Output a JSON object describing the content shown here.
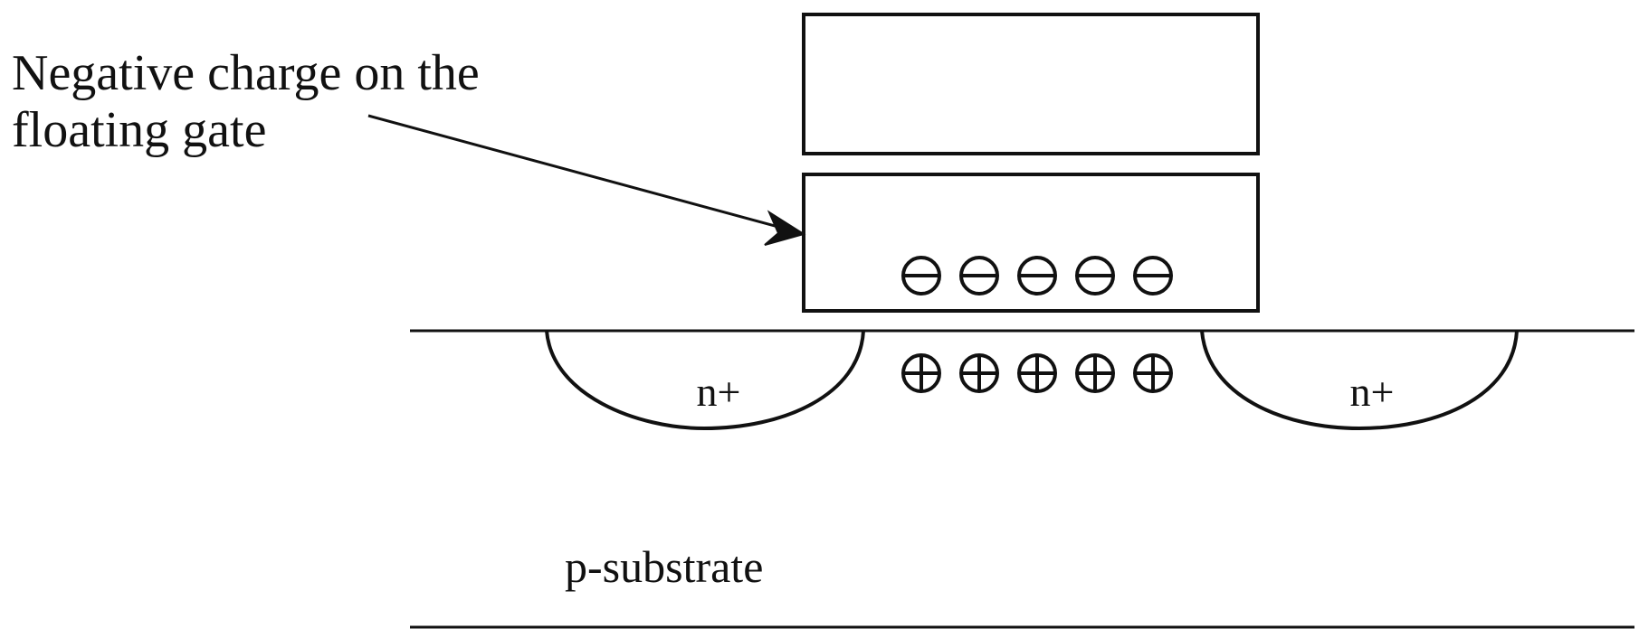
{
  "annotation": {
    "line1": "Negative charge on the",
    "line2": "floating gate"
  },
  "regions": {
    "source_label": "n+",
    "drain_label": "n+",
    "substrate_label": "p-substrate"
  },
  "charges": {
    "gate_charge_count": 5,
    "gate_charge_sign": "negative",
    "channel_charge_count": 5,
    "channel_charge_sign": "positive"
  },
  "colors": {
    "ink": "#111111",
    "background": "#ffffff"
  }
}
